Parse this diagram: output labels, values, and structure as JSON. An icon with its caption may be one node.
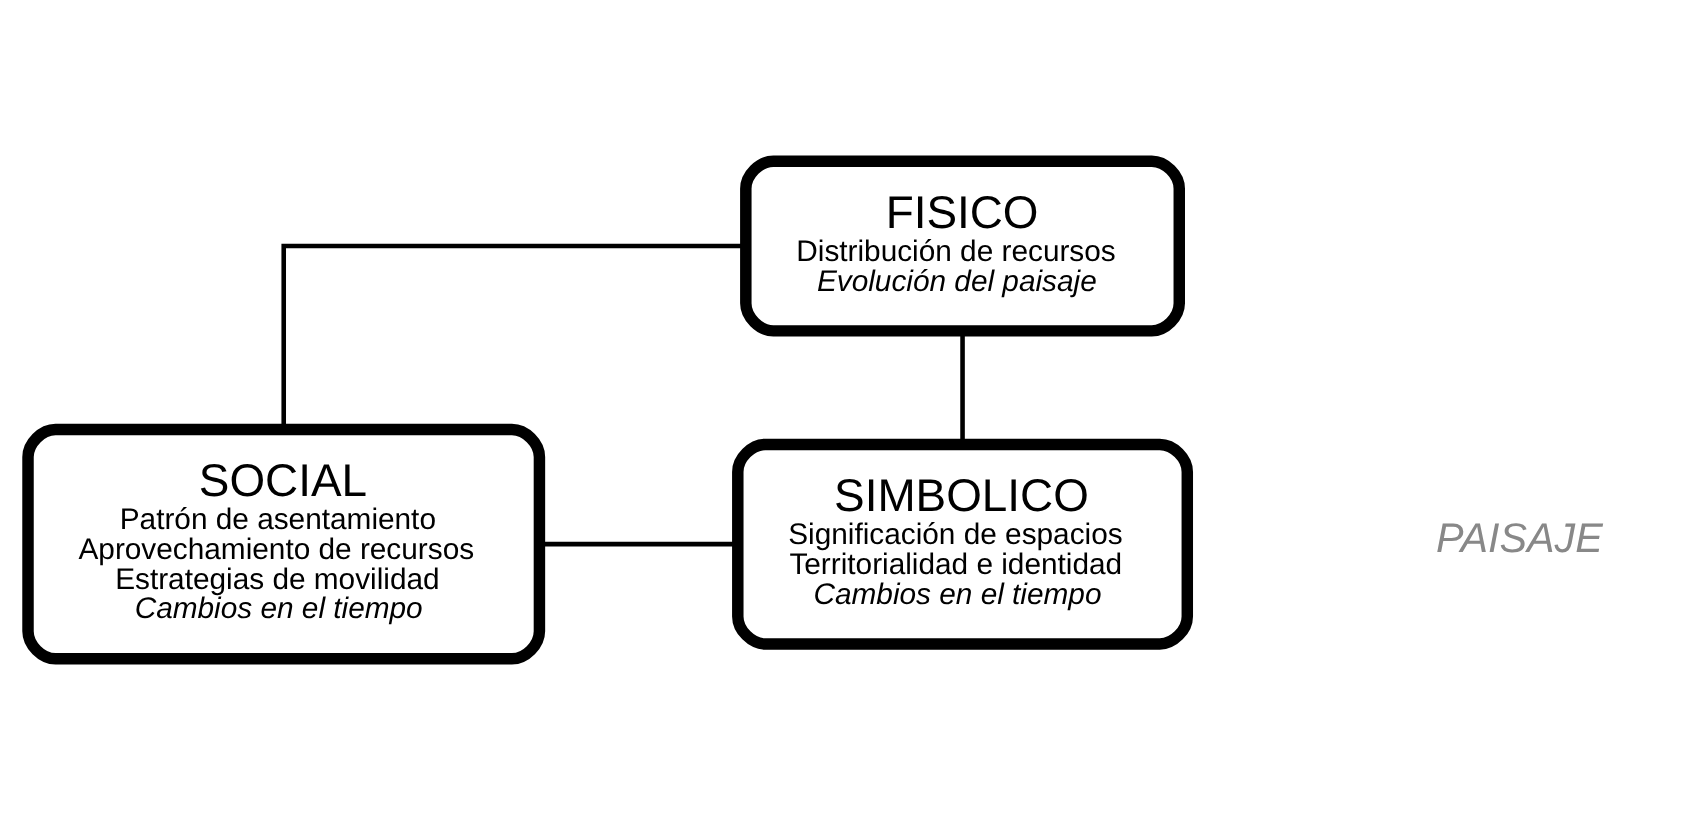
{
  "diagram": {
    "nodes": [
      {
        "text": [
          "FISICO",
          "Distribución de recursos",
          "Evolución del paisaje"
        ]
      },
      {
        "text": [
          "SOCIAL",
          "Patrón de asentamiento Aprovechamiento de recursos Estrategias de movilidad",
          "Cambios en el tiempo"
        ]
      },
      {
        "text": [
          "SIMBOLICO",
          "Significación de espacios Territorialidad e identidad",
          "Cambios en el tiempo"
        ]
      }
    ],
    "edges": [
      {
        "from": 0,
        "to": 1,
        "arrow": "none"
      },
      {
        "from": 0,
        "to": 2,
        "arrow": "none"
      },
      {
        "from": 1,
        "to": 2,
        "arrow": "none"
      }
    ],
    "labels": [
      "PAISAJE"
    ]
  }
}
